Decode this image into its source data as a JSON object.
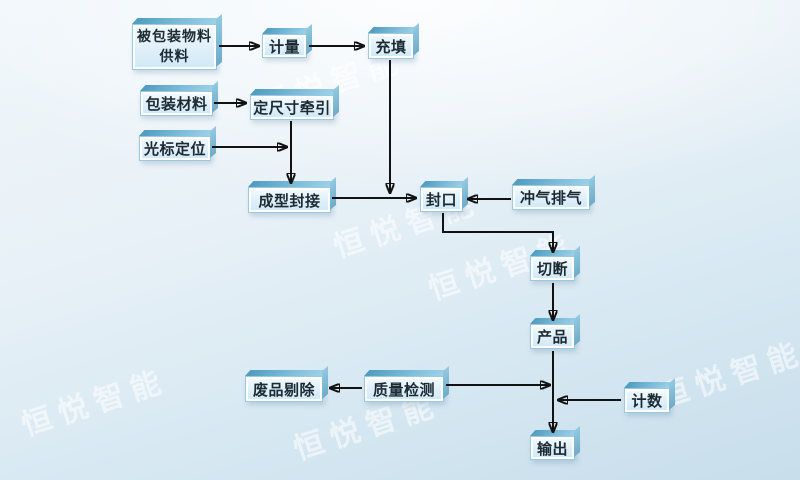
{
  "diagram": {
    "type": "flowchart",
    "language": "zh-CN",
    "subject": "packaging machine process flow",
    "watermark": {
      "text": "恒悦智能",
      "color": "#ffffff"
    },
    "nodes": {
      "supply": {
        "line1": "被包装物料",
        "line2": "供料"
      },
      "metering": {
        "label": "计量"
      },
      "filling": {
        "label": "充填"
      },
      "material": {
        "label": "包装材料"
      },
      "traction": {
        "label": "定尺寸牵引"
      },
      "cursor": {
        "label": "光标定位"
      },
      "forming": {
        "label": "成型封接"
      },
      "seal": {
        "label": "封口"
      },
      "gas": {
        "label": "冲气排气"
      },
      "cut": {
        "label": "切断"
      },
      "product": {
        "label": "产品"
      },
      "quality": {
        "label": "质量检测"
      },
      "waste": {
        "label": "废品剔除"
      },
      "count": {
        "label": "计数"
      },
      "output": {
        "label": "输出"
      }
    },
    "edges": [
      {
        "from": "supply",
        "to": "metering"
      },
      {
        "from": "metering",
        "to": "filling"
      },
      {
        "from": "material",
        "to": "traction"
      },
      {
        "from": "traction",
        "to": "forming"
      },
      {
        "from": "cursor",
        "to": "forming"
      },
      {
        "from": "filling",
        "to": "seal"
      },
      {
        "from": "forming",
        "to": "seal"
      },
      {
        "from": "gas",
        "to": "seal"
      },
      {
        "from": "seal",
        "to": "cut"
      },
      {
        "from": "cut",
        "to": "product"
      },
      {
        "from": "product",
        "to": "output"
      },
      {
        "from": "quality",
        "to": "product-output-line"
      },
      {
        "from": "quality",
        "to": "waste"
      },
      {
        "from": "count",
        "to": "product-output-line"
      }
    ],
    "colors": {
      "box_face": "#ddeef9",
      "box_top_edge": "#5ea8c9",
      "box_side_edge": "#7ab5d2",
      "box_text": "#1b2a33",
      "arrow": "#121212",
      "background_top": "#eff6fa",
      "background_bottom": "#c7deeb"
    }
  }
}
